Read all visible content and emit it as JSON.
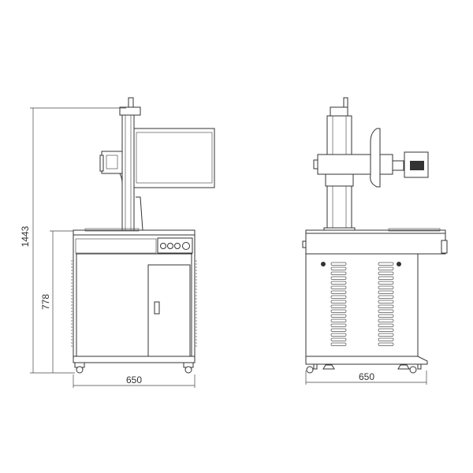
{
  "drawing": {
    "front_view": {
      "dimensions": {
        "total_height": "1443",
        "cabinet_height": "778",
        "width": "650"
      }
    },
    "side_view": {
      "dimensions": {
        "depth": "650"
      }
    }
  }
}
